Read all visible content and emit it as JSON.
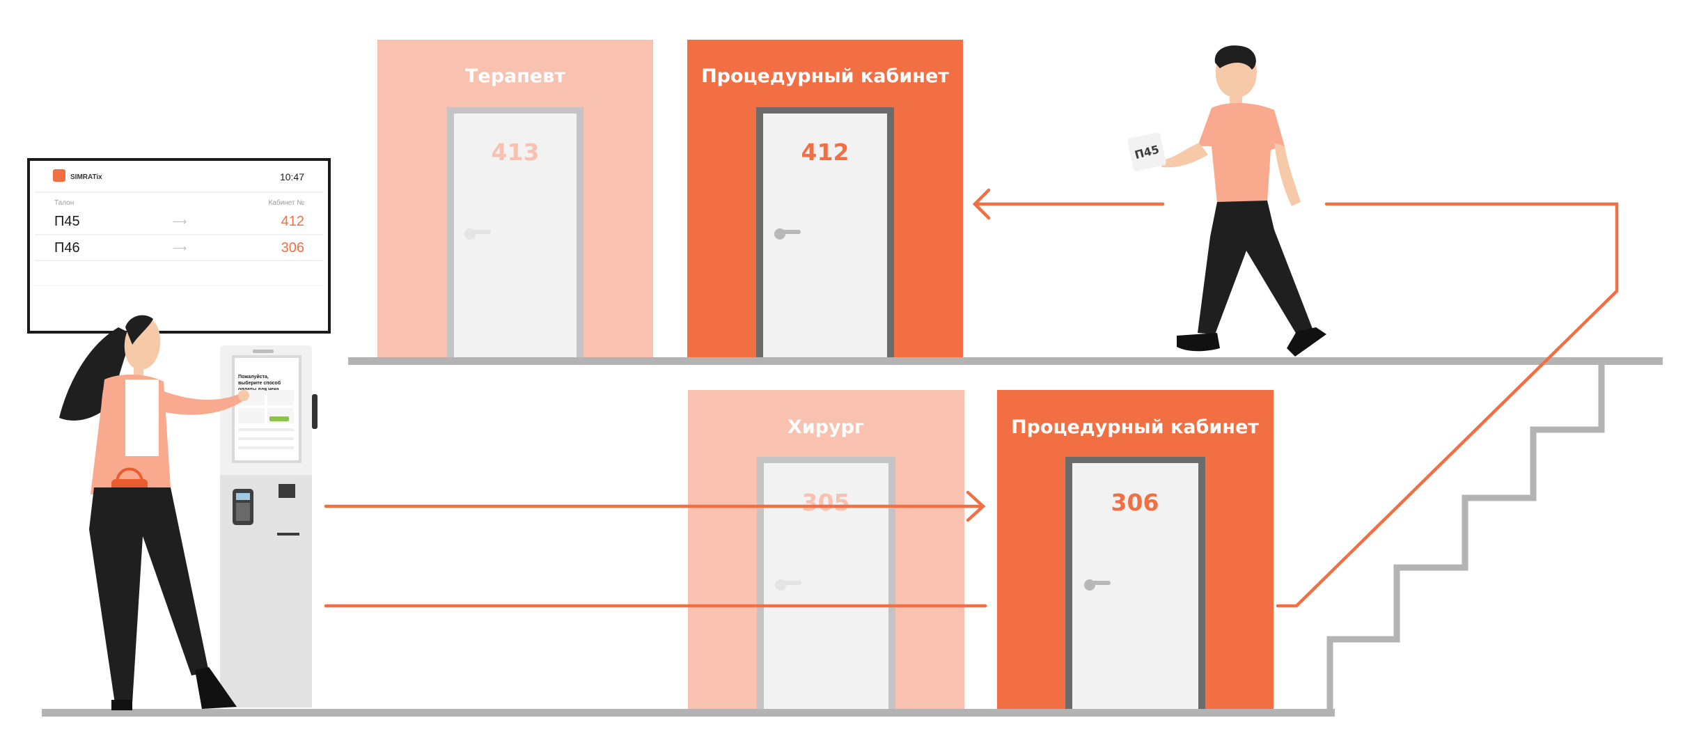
{
  "colors": {
    "accent": "#f26f44",
    "accent_light": "#f9c1af",
    "floor": "#b3b3b3",
    "door": "#f2f2f2",
    "frame_dark": "#6b6b6b",
    "frame_light": "#c4c4c4",
    "text_dark": "#1a1a1a"
  },
  "display": {
    "brand": "SIMRATix",
    "time": "10:47",
    "col_ticket": "Талон",
    "col_room": "Кабинет №",
    "rows": [
      {
        "ticket": "П45",
        "arrow": "⟶",
        "room": "412"
      },
      {
        "ticket": "П46",
        "arrow": "⟶",
        "room": "306"
      }
    ]
  },
  "kiosk": {
    "screen_title": "Пожалуйста, выберите способ оплаты для чека"
  },
  "rooms": {
    "therapist": {
      "label": "Терапевт",
      "number": "413"
    },
    "procedure_upper": {
      "label": "Процедурный кабинет",
      "number": "412"
    },
    "surgeon": {
      "label": "Хирург",
      "number": "305"
    },
    "procedure_lower": {
      "label": "Процедурный кабинет",
      "number": "306"
    }
  },
  "patient": {
    "ticket": "П45"
  }
}
